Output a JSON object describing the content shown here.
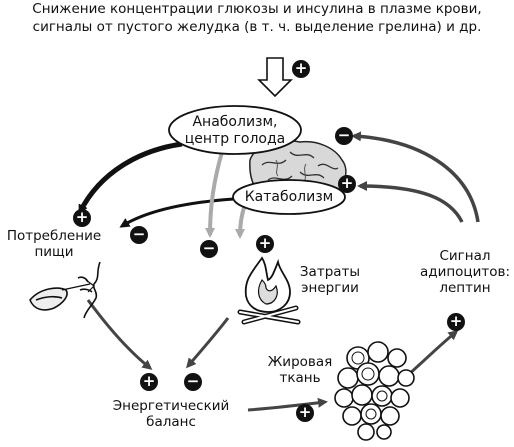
{
  "caption": {
    "line1": "Снижение концентрации глюкозы и инсулина в плазме крови,",
    "line2": "сигналы от пустого желудка (в т. ч. выделение грелина) и др."
  },
  "nodes": {
    "anabolism_line1": "Анаболизм,",
    "anabolism_line2": "центр голода",
    "catabolism": "Катаболизм",
    "food_intake_line1": "Потребление",
    "food_intake_line2": "пищи",
    "energy_expenditure_line1": "Затраты",
    "energy_expenditure_line2": "энергии",
    "adipocyte_signal_line1": "Сигнал",
    "adipocyte_signal_line2": "адипоцитов:",
    "adipocyte_signal_line3": "лептин",
    "adipose_tissue_line1": "Жировая",
    "adipose_tissue_line2": "ткань",
    "energy_balance_line1": "Энергетический",
    "energy_balance_line2": "баланс"
  },
  "signs": {
    "plus": "+",
    "minus": "−"
  },
  "icons": [
    "brain-icon",
    "mouth-eating-icon",
    "fire-icon",
    "fat-cells-icon",
    "hollow-down-arrow-icon"
  ]
}
